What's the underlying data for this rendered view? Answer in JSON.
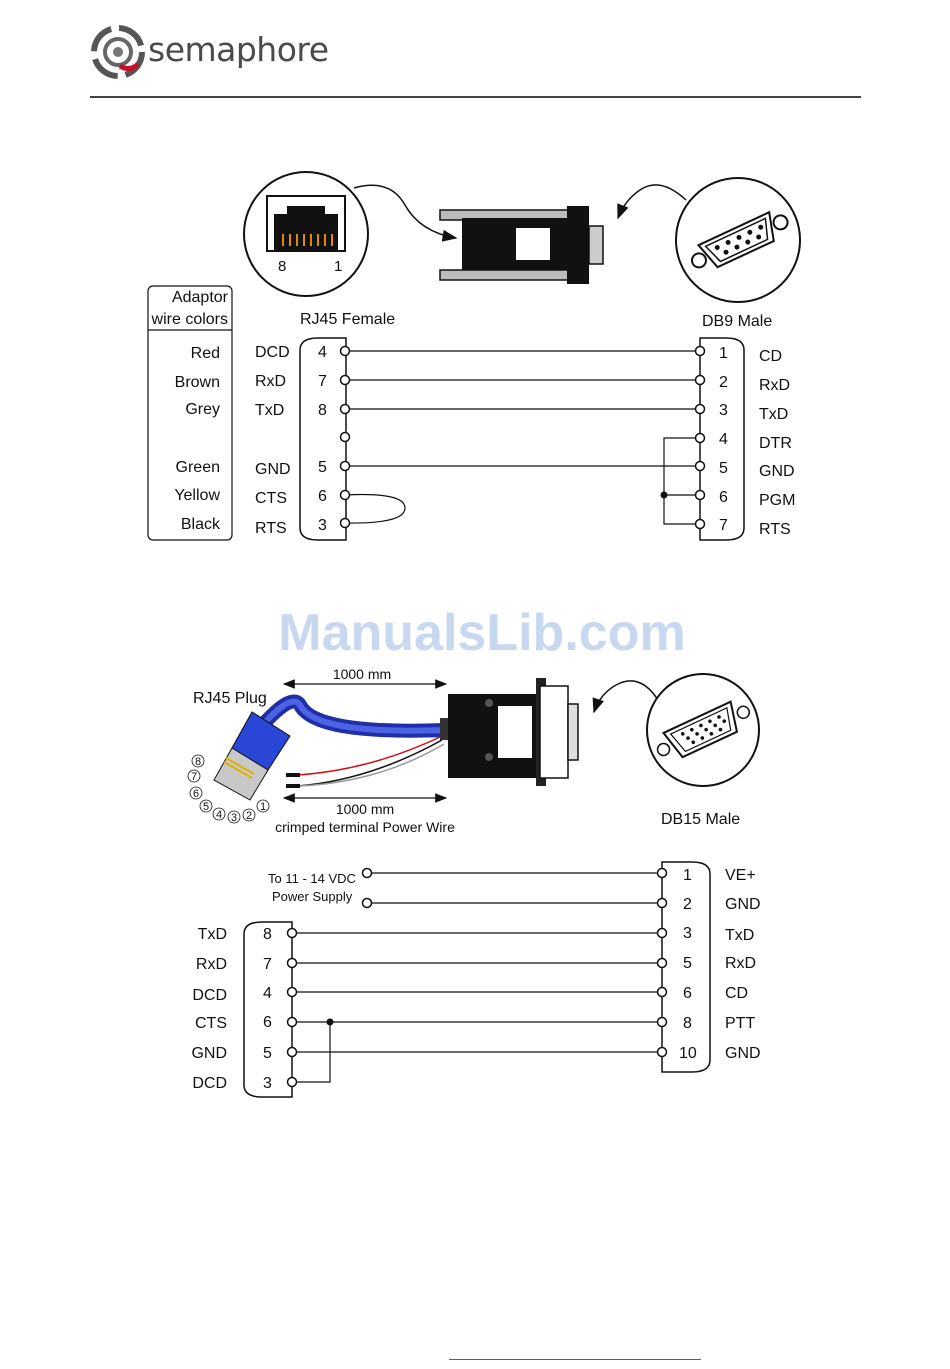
{
  "header": {
    "brand": "semaphore"
  },
  "watermark": "ManualsLib.com",
  "top": {
    "adaptor_title_1": "Adaptor",
    "adaptor_title_2": "wire colors",
    "rj45_title": "RJ45 Female",
    "db9_title": "DB9 Male",
    "rj45_pin_8": "8",
    "rj45_pin_1": "1",
    "colors": [
      "Red",
      "Brown",
      "Grey",
      "Green",
      "Yellow",
      "Black"
    ],
    "left_signals": [
      "DCD",
      "RxD",
      "TxD",
      "GND",
      "CTS",
      "RTS"
    ],
    "left_pins": [
      "4",
      "7",
      "8",
      "5",
      "6",
      "3"
    ],
    "right_pins": [
      "1",
      "2",
      "3",
      "4",
      "5",
      "6",
      "7"
    ],
    "right_signals": [
      "CD",
      "RxD",
      "TxD",
      "DTR",
      "GND",
      "PGM",
      "RTS"
    ]
  },
  "bottom": {
    "cable_length": "1000 mm",
    "power_length": "1000 mm",
    "power_wire": "crimped terminal Power Wire",
    "plug_title": "RJ45 Plug",
    "db15_title": "DB15 Male",
    "pin_marks": [
      "8",
      "7",
      "6",
      "5",
      "4",
      "3",
      "2",
      "1"
    ],
    "supply_1": "To 11 - 14 VDC",
    "supply_2": "Power Supply",
    "left_signals": [
      "TxD",
      "RxD",
      "DCD",
      "CTS",
      "GND",
      "DCD"
    ],
    "left_pins": [
      "8",
      "7",
      "4",
      "6",
      "5",
      "3"
    ],
    "right_pins": [
      "1",
      "2",
      "3",
      "5",
      "6",
      "8",
      "10"
    ],
    "right_signals": [
      "VE+",
      "GND",
      "TxD",
      "RxD",
      "CD",
      "PTT",
      "GND"
    ]
  }
}
